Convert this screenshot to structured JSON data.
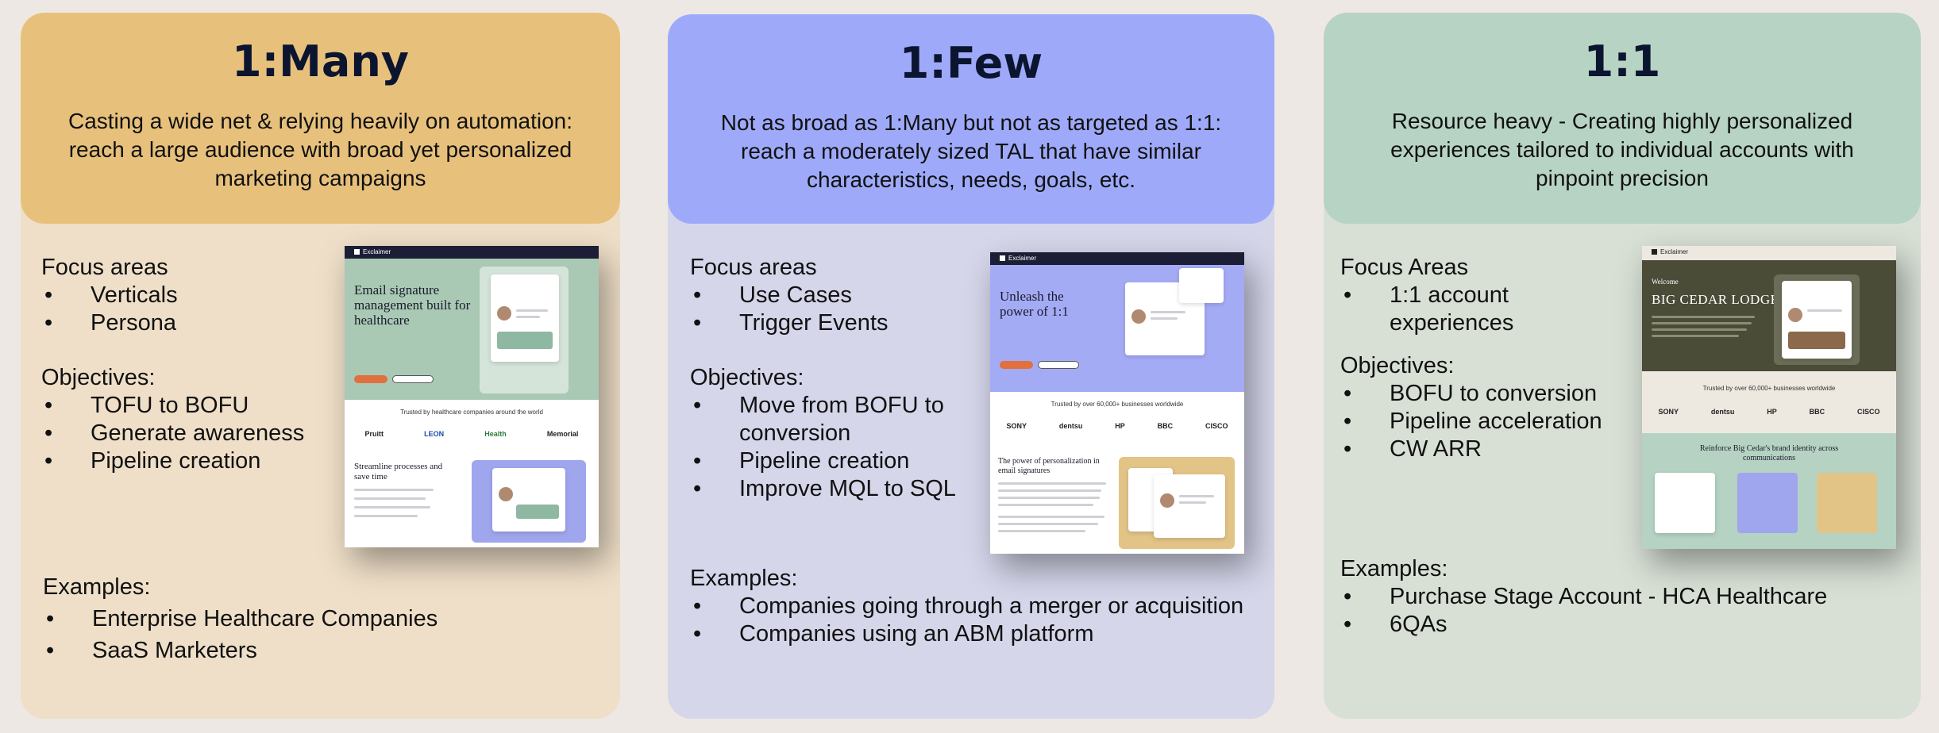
{
  "columns": [
    {
      "id": "one-to-many",
      "title": "1:Many",
      "description": "Casting a wide net & relying heavily on automation: reach a large audience with broad yet personalized marketing campaigns",
      "header_color": "#e7c17c",
      "body_color": "#efdfc8",
      "focus_label": "Focus areas",
      "focus_items": [
        "Verticals",
        "Persona"
      ],
      "objectives_label": "Objectives:",
      "objective_items": [
        "TOFU to BOFU",
        "Generate awareness",
        "Pipeline creation"
      ],
      "examples_label": "Examples:",
      "example_items": [
        "Enterprise Healthcare Companies",
        "SaaS Marketers"
      ],
      "screenshot": {
        "brand": "Exclaimer",
        "hero_title": "Email signature management built for healthcare",
        "trusted_text": "Trusted by healthcare companies around the world",
        "logos": [
          "Pruitt",
          "LEON",
          "Health",
          "Memorial"
        ],
        "feature_title": "Streamline processes and save time",
        "accent": "#a9c9b5",
        "panel": "#9fa6ee"
      }
    },
    {
      "id": "one-to-few",
      "title": "1:Few",
      "description": "Not as broad as 1:Many but not as targeted as 1:1: reach a moderately sized TAL that have similar characteristics, needs, goals, etc.",
      "header_color": "#9eaaf9",
      "body_color": "#d5d6ea",
      "focus_label": "Focus areas",
      "focus_items": [
        "Use Cases",
        "Trigger Events"
      ],
      "objectives_label": "Objectives:",
      "objective_items": [
        "Move from BOFU to conversion",
        "Pipeline creation",
        "Improve MQL to SQL"
      ],
      "examples_label": "Examples:",
      "example_items": [
        "Companies going through a merger or acquisition",
        "Companies using an ABM platform"
      ],
      "screenshot": {
        "brand": "Exclaimer",
        "hero_title": "Unleash the power of 1:1",
        "trusted_text": "Trusted by over 60,000+ businesses worldwide",
        "logos": [
          "SONY",
          "dentsu",
          "HP",
          "BBC",
          "CISCO"
        ],
        "feature_title": "The power of personalization in email signatures",
        "accent": "#a4abf5",
        "panel": "#e3c487"
      }
    },
    {
      "id": "one-to-one",
      "title": "1:1",
      "description": "Resource heavy - Creating highly personalized experiences tailored to individual accounts with pinpoint precision",
      "header_color": "#b7d3c4",
      "body_color": "#d8e0d6",
      "focus_label": "Focus Areas",
      "focus_items": [
        "1:1 account experiences"
      ],
      "objectives_label": "Objectives:",
      "objective_items": [
        "BOFU to conversion",
        "Pipeline acceleration",
        "CW ARR"
      ],
      "examples_label": "Examples:",
      "example_items": [
        "Purchase Stage Account - HCA Healthcare",
        "6QAs"
      ],
      "screenshot": {
        "brand": "Exclaimer",
        "welcome": "Welcome",
        "hero_title": "BIG CEDAR LODGE",
        "trusted_text": "Trusted by over 60,000+ businesses worldwide",
        "logos": [
          "SONY",
          "dentsu",
          "HP",
          "BBC",
          "CISCO"
        ],
        "feature_title": "Reinforce Big Cedar's brand identity across communications",
        "accent": "#4a4c37",
        "panel": "#b5d2c2"
      }
    }
  ]
}
